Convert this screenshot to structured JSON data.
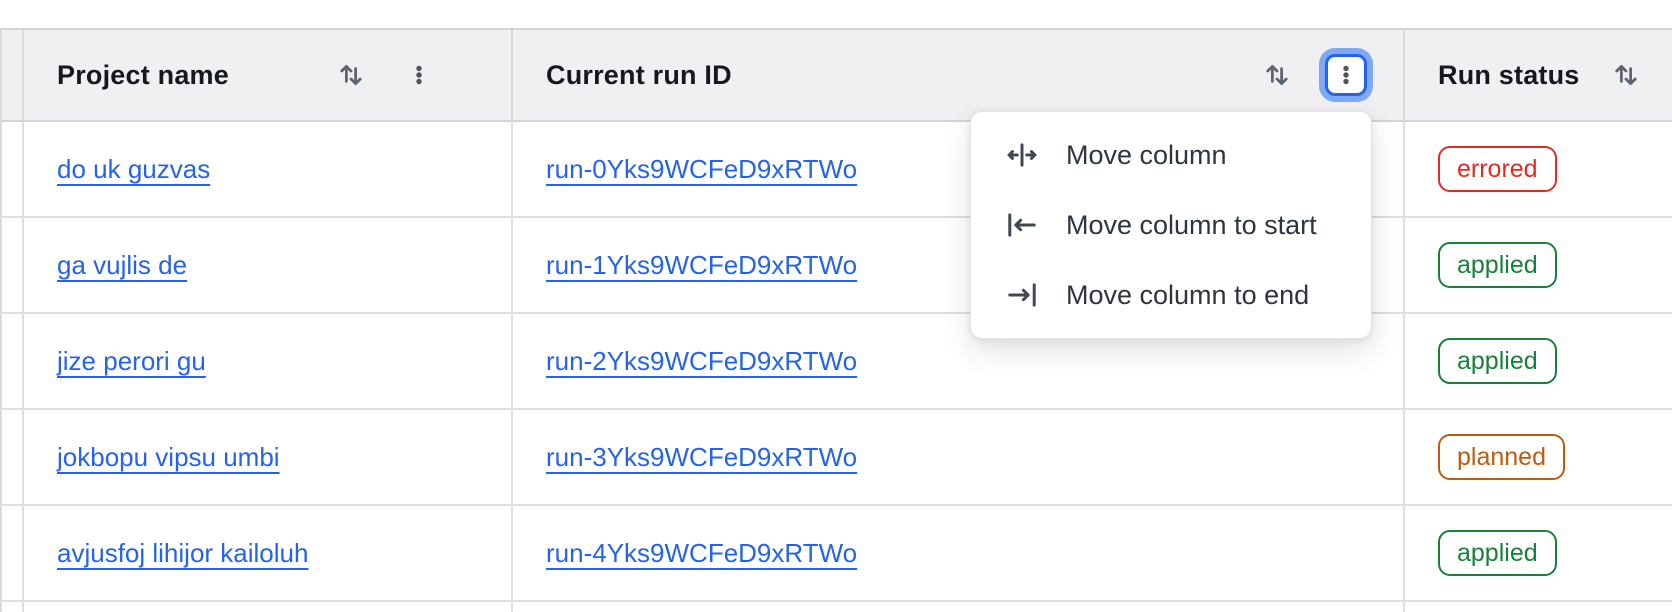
{
  "header": {
    "columns": [
      {
        "label": "Project name",
        "sort_icon": "up-down-sort-icon",
        "menu_icon": "kebab-menu-icon"
      },
      {
        "label": "Current run ID",
        "sort_icon": "up-down-sort-icon",
        "menu_icon": "kebab-menu-icon",
        "menu_open": true
      },
      {
        "label": "Run status",
        "sort_icon": "up-down-sort-icon"
      }
    ]
  },
  "table": {
    "rows": [
      {
        "project_name": "do uk guzvas",
        "current_run_id": "run-0Yks9WCFeD9xRTWo",
        "run_status": "errored"
      },
      {
        "project_name": "ga vujlis de",
        "current_run_id": "run-1Yks9WCFeD9xRTWo",
        "run_status": "applied"
      },
      {
        "project_name": "jize perori gu",
        "current_run_id": "run-2Yks9WCFeD9xRTWo",
        "run_status": "applied"
      },
      {
        "project_name": "jokbopu vipsu umbi",
        "current_run_id": "run-3Yks9WCFeD9xRTWo",
        "run_status": "planned"
      },
      {
        "project_name": "avjusfoj lihijor kailoluh",
        "current_run_id": "run-4Yks9WCFeD9xRTWo",
        "run_status": "applied"
      }
    ]
  },
  "column_menu": {
    "items": [
      {
        "label": "Move column",
        "icon": "move-column-icon"
      },
      {
        "label": "Move column to start",
        "icon": "move-column-to-start-icon"
      },
      {
        "label": "Move column to end",
        "icon": "move-column-to-end-icon"
      }
    ]
  },
  "colors": {
    "link": "#2563eb",
    "header_bg": "#f0f0f3",
    "border": "#dcdce1",
    "focus_ring_border": "#2563eb",
    "focus_ring_halo": "#7fa8f6"
  },
  "status_colors": {
    "errored": "#e02d23",
    "applied": "#188038",
    "planned": "#bd5b10"
  }
}
